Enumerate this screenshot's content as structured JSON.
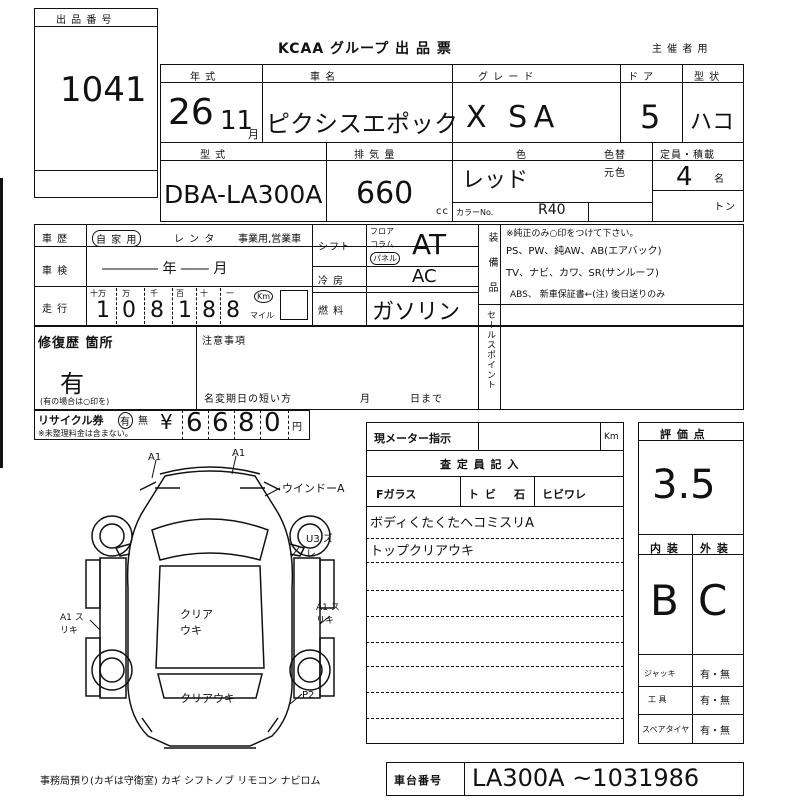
{
  "header": {
    "lot_label": "出 品 番 号",
    "lot_number": "1041",
    "form_title": "KCAA グループ 出 品 票",
    "organizer": "主 催 者 用"
  },
  "row1": {
    "year_label": "年 式",
    "year_value": "26",
    "year_month": "11",
    "month_unit": "月",
    "name_label": "車 名",
    "name_value": "ピクシスエポック",
    "grade_label": "グ レ ー ド",
    "grade_value": "X SA",
    "door_label": "ド ア",
    "door_value": "5",
    "shape_label": "型 状",
    "shape_value": "ハコ"
  },
  "row2": {
    "model_label": "型 式",
    "model_value": "DBA-LA300A",
    "disp_label": "排 気 量",
    "disp_value": "660",
    "disp_unit": "cc",
    "color_label": "色",
    "color_change_label": "色替",
    "color_value": "レッド",
    "original_color_label": "元色",
    "color_no_label": "カラーNo.",
    "color_no_value": "R40",
    "capacity_label": "定員・積載",
    "capacity_value": "4",
    "capacity_unit": "名",
    "ton_unit": "トン"
  },
  "row3": {
    "history_label": "車 歴",
    "history_private": "自 家 用",
    "history_rental": "レ ン タ",
    "history_business": "事業用,営業車",
    "inspection_label": "車 検",
    "inspection_value": "―――― 年 ―― 月",
    "mileage_label": "走 行",
    "mileage_units": [
      "十万",
      "万",
      "千",
      "百",
      "十",
      "一"
    ],
    "mileage_digits": [
      "1",
      "0",
      "8",
      "1",
      "8",
      "8"
    ],
    "km_label": "Km",
    "mile_label": "マイル",
    "shift_label": "シフト",
    "shift_opt_floor": "フロア",
    "shift_opt_column": "コラム",
    "shift_opt_panel": "パネル",
    "shift_value": "AT",
    "ac_label": "冷 房",
    "ac_value": "AC",
    "fuel_label": "燃 料",
    "fuel_value": "ガソリン"
  },
  "equipment": {
    "label": "装 備 品",
    "note": "※純正のみ○印をつけて下さい。",
    "line1": "PS、PW、純AW、AB(エアバック)",
    "line2": "TV、ナビ、カワ、SR(サンルーフ)",
    "line3": "ABS、 新車保証書←(注) 後日送りのみ"
  },
  "repair": {
    "label": "修復歴 箇所",
    "value": "有",
    "note": "(有の場合は○印を)",
    "notes_label": "注意事項",
    "deadline_label": "名変期日の短い方",
    "deadline_month": "月",
    "deadline_day": "日まで",
    "sales_label": "セールスポイント"
  },
  "recycle": {
    "label": "リサイクル券",
    "has": "有",
    "none": "無",
    "note": "※未整理料金は含まない。",
    "yen_symbol": "¥",
    "digits": [
      "6",
      "6",
      "8",
      "0"
    ],
    "unit": "円"
  },
  "inspector": {
    "meter_label": "現メーター指示",
    "meter_unit": "Km",
    "entry_label": "査 定 員 記 入",
    "glass_label": "Fガラス",
    "glass_opt1": "ト ビ",
    "glass_opt2": "石",
    "glass_opt3": "ヒビワレ",
    "note1": "ボディくたくたヘコミスリA",
    "note2": "トップクリアウキ"
  },
  "scores": {
    "rating_label": "評 価 点",
    "rating_value": "3.5",
    "interior_label": "内 装",
    "exterior_label": "外 装",
    "interior_value": "B",
    "exterior_value": "C"
  },
  "checks": {
    "jack_label": "ジャッキ",
    "jack_opts": "有・無",
    "tools_label": "工 具",
    "tools_opts": "有・無",
    "spare_label": "スペアタイヤ",
    "spare_opts": "有・無"
  },
  "diagram": {
    "wiper_note": "ウインドーA",
    "a1_left": "A1",
    "a1_mid": "A1",
    "u3_note": "U3 ズレ",
    "left_note": "A1 スリキ",
    "right_note": "A1 スリキ",
    "roof_note": "クリア ウキ",
    "rear_note": "クリアウキ",
    "p2_note": "P2"
  },
  "footer": {
    "keys_note": "事務局預り(カギは守衛室) カギ シフトノブ リモコン ナビロム",
    "chassis_label": "車台番号",
    "chassis_value": "LA300A ~1031986"
  }
}
